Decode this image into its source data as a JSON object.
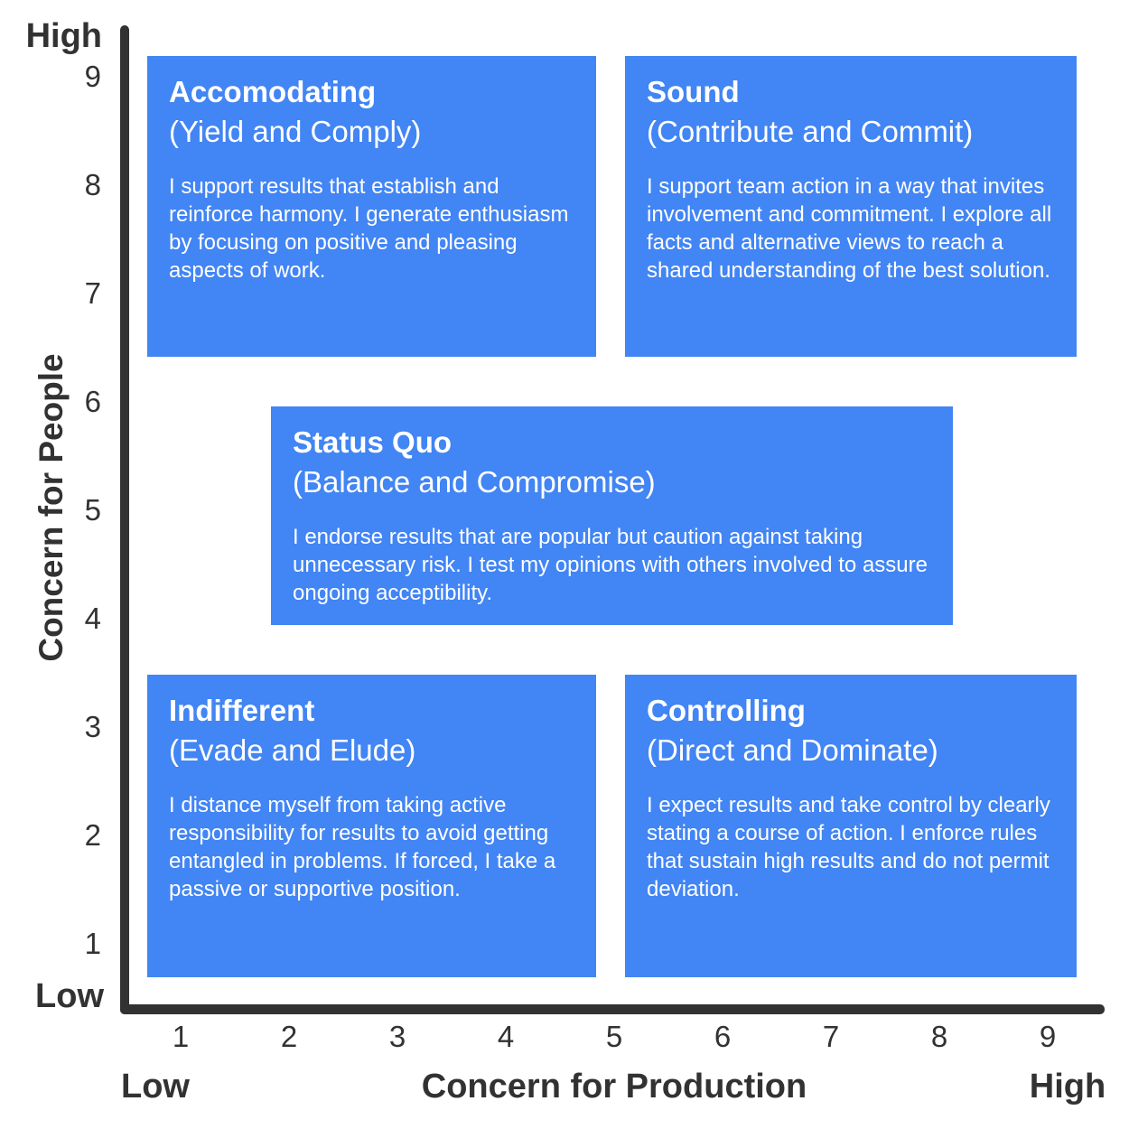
{
  "y_axis": {
    "label": "Concern for People",
    "end_labels": {
      "top": "High",
      "bottom": "Low"
    },
    "ticks": [
      "9",
      "8",
      "7",
      "6",
      "5",
      "4",
      "3",
      "2",
      "1"
    ]
  },
  "x_axis": {
    "label": "Concern for Production",
    "end_labels": {
      "left": "Low",
      "right": "High"
    },
    "ticks": [
      "1",
      "2",
      "3",
      "4",
      "5",
      "6",
      "7",
      "8",
      "9"
    ]
  },
  "styles": [
    {
      "title": "Accomodating",
      "subtitle": "(Yield and Comply)",
      "description": "I support results that establish and reinforce harmony. I generate enthusiasm by focusing on positive and pleasing aspects of work.",
      "position": "top-left"
    },
    {
      "title": "Sound",
      "subtitle": "(Contribute and Commit)",
      "description": "I support team action in a way that invites involvement and commitment. I explore all facts and alternative views to reach a shared understanding of the best solution.",
      "position": "top-right"
    },
    {
      "title": "Status Quo",
      "subtitle": "(Balance and Compromise)",
      "description": "I endorse results that are popular but caution against taking unnecessary risk. I test my opinions with others involved to assure ongoing acceptibility.",
      "position": "center"
    },
    {
      "title": "Indifferent",
      "subtitle": "(Evade and Elude)",
      "description": "I distance myself from taking active responsibility for results to avoid getting entangled in problems. If forced, I take a passive or supportive position.",
      "position": "bottom-left"
    },
    {
      "title": "Controlling",
      "subtitle": "(Direct and Dominate)",
      "description": "I expect results and take control by clearly stating a course of action. I enforce rules that sustain high results and do not permit deviation.",
      "position": "bottom-right"
    }
  ],
  "colors": {
    "card_bg": "#4285f4",
    "card_text": "#ffffff",
    "axis": "#323232"
  }
}
